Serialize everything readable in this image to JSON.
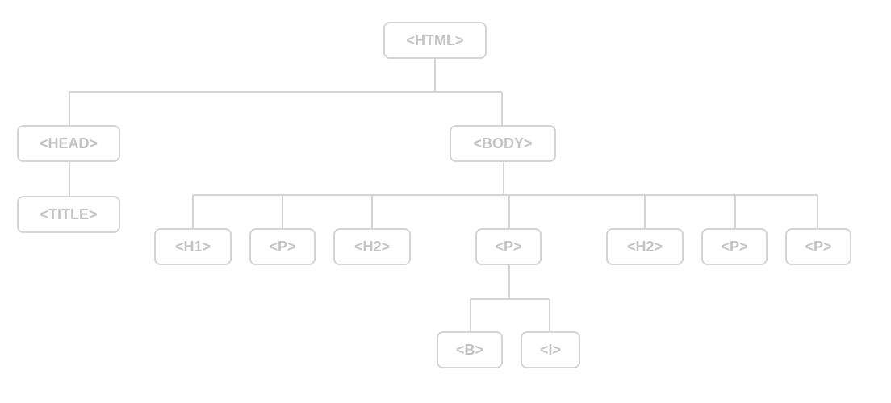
{
  "colors": {
    "stroke": "#d4d4d4",
    "text": "#c3c3c3",
    "background": "#ffffff"
  },
  "tree": {
    "root": "<HTML>",
    "head": {
      "label": "<HEAD>",
      "children": [
        "<TITLE>"
      ]
    },
    "body": {
      "label": "<BODY>",
      "children": [
        "<H1>",
        "<P>",
        "<H2>",
        "<P>",
        "<H2>",
        "<P>",
        "<P>"
      ],
      "p_children": [
        "<B>",
        "<I>"
      ]
    }
  }
}
